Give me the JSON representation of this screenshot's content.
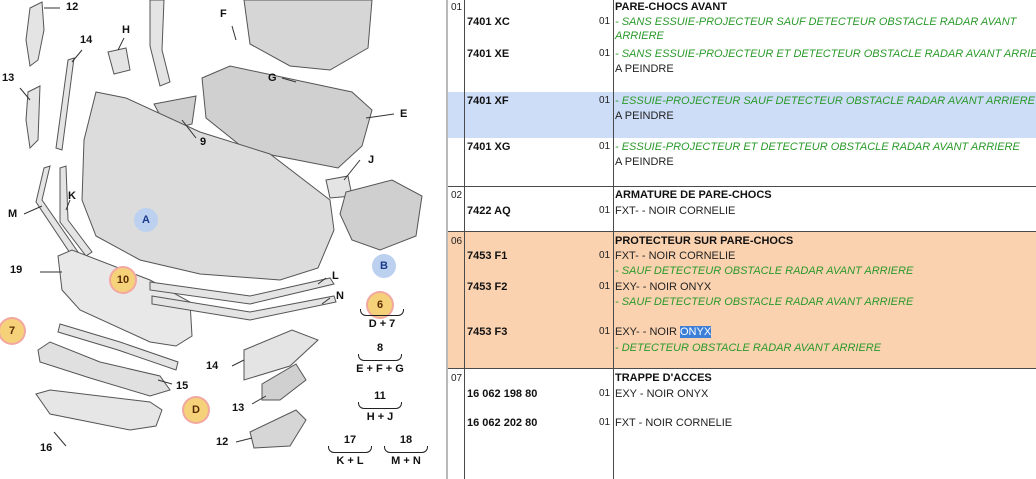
{
  "diagram": {
    "callouts": {
      "c12": "12",
      "c14a": "14",
      "c13a": "13",
      "cH": "H",
      "cF": "F",
      "cG": "G",
      "c9": "9",
      "cE": "E",
      "cJ": "J",
      "cM": "M",
      "cK": "K",
      "c19": "19",
      "cL": "L",
      "cN": "N",
      "c15": "15",
      "c14b": "14",
      "c13b": "13",
      "c12b": "12",
      "c16": "16"
    },
    "circles": {
      "A": "A",
      "B": "B",
      "ten": "10",
      "six": "6",
      "seven": "7",
      "D": "D"
    },
    "fractions": [
      {
        "num": "",
        "den": "D + 7"
      },
      {
        "num": "8",
        "den": "E + F + G"
      },
      {
        "num": "11",
        "den": "H + J"
      },
      {
        "num": "17",
        "den": "K + L"
      },
      {
        "num": "18",
        "den": "M + N"
      }
    ]
  },
  "parts": {
    "groups": [
      {
        "no": "01",
        "title": "PARE-CHOCS AVANT",
        "rows": [
          {
            "ref": "7401 XC",
            "qty": "01",
            "note1": "- SANS ESSUIE-PROJECTEUR SAUF DETECTEUR OBSTACLE RADAR AVANT",
            "note2": "ARRIERE"
          },
          {
            "ref": "7401 XE",
            "qty": "01",
            "note1": "- SANS ESSUIE-PROJECTEUR ET DETECTEUR OBSTACLE RADAR AVANT ARRIERE",
            "note2": "A PEINDRE"
          },
          {
            "ref": "7401 XF",
            "qty": "01",
            "note1": "- ESSUIE-PROJECTEUR SAUF DETECTEUR OBSTACLE RADAR AVANT ARRIERE",
            "note2": "A PEINDRE"
          },
          {
            "ref": "7401 XG",
            "qty": "01",
            "note1": "- ESSUIE-PROJECTEUR ET DETECTEUR OBSTACLE RADAR AVANT ARRIERE",
            "note2": "A PEINDRE"
          }
        ]
      },
      {
        "no": "02",
        "title": "ARMATURE DE PARE-CHOCS",
        "rows": [
          {
            "ref": "7422 AQ",
            "qty": "01",
            "desc": "FXT- - NOIR CORNELIE"
          }
        ]
      },
      {
        "no": "06",
        "title": "PROTECTEUR SUR PARE-CHOCS",
        "rows": [
          {
            "ref": "7453 F1",
            "qty": "01",
            "desc": "FXT- - NOIR CORNELIE",
            "note": "- SAUF DETECTEUR OBSTACLE RADAR AVANT ARRIERE"
          },
          {
            "ref": "7453 F2",
            "qty": "01",
            "desc": "EXY- - NOIR ONYX",
            "note": "- SAUF DETECTEUR OBSTACLE RADAR AVANT ARRIERE"
          },
          {
            "ref": "7453 F3",
            "qty": "01",
            "desc_pre": "EXY- - NOIR ",
            "desc_sel": "ONYX",
            "note": "- DETECTEUR OBSTACLE RADAR AVANT ARRIERE"
          }
        ]
      },
      {
        "no": "07",
        "title": "TRAPPE D'ACCES",
        "rows": [
          {
            "ref": "16 062 198 80",
            "qty": "01",
            "desc": "EXY - NOIR ONYX"
          },
          {
            "ref": "16 062 202 80",
            "qty": "01",
            "desc": "FXT - NOIR CORNELIE"
          }
        ]
      }
    ]
  },
  "colors": {
    "highlight_row": "#cddcf7",
    "protector_group": "#fbd2b0",
    "note_text": "#2a9a2a",
    "selection": "#3b7fd8"
  }
}
